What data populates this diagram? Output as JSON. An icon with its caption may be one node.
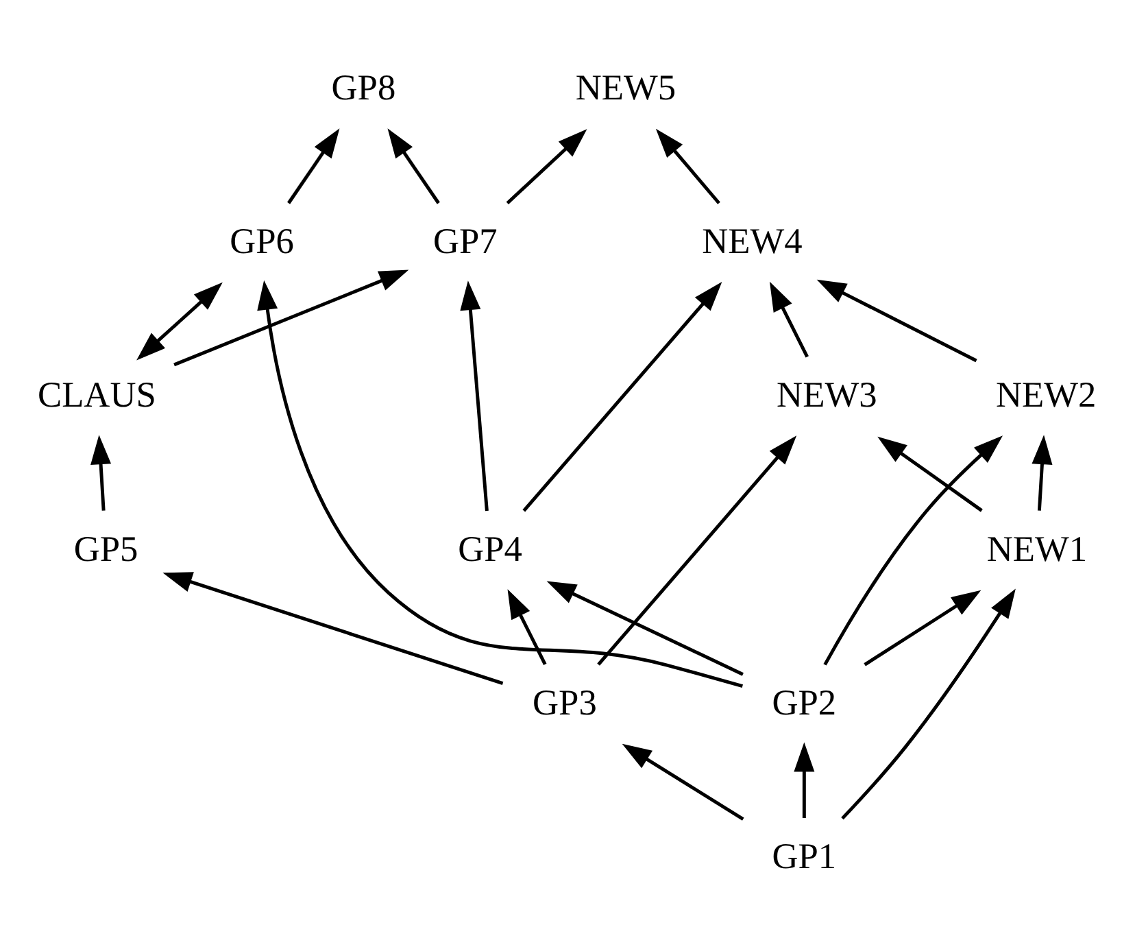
{
  "diagram": {
    "nodes": [
      {
        "text": [
          "GP8"
        ]
      },
      {
        "text": [
          "NEW5"
        ]
      },
      {
        "text": [
          "GP7"
        ]
      },
      {
        "text": [
          "CLAUS"
        ]
      },
      {
        "text": [
          "GP6"
        ]
      },
      {
        "text": [
          "NEW4"
        ]
      },
      {
        "text": [
          "GP5"
        ]
      },
      {
        "text": [
          "GP4"
        ]
      },
      {
        "text": [
          "NEW3"
        ]
      },
      {
        "text": [
          "NEW2"
        ]
      },
      {
        "text": [
          "GP3"
        ]
      },
      {
        "text": [
          "GP2"
        ]
      },
      {
        "text": [
          "NEW1"
        ]
      },
      {
        "text": [
          "GP1"
        ]
      }
    ],
    "edges": [
      {
        "from": 2,
        "to": 0,
        "arrow": "to"
      },
      {
        "from": 4,
        "to": 0,
        "arrow": "to"
      },
      {
        "from": 2,
        "to": 1,
        "arrow": "to"
      },
      {
        "from": 3,
        "to": 2,
        "arrow": "to"
      },
      {
        "from": 3,
        "to": 4,
        "arrow": "both"
      },
      {
        "from": 6,
        "to": 3,
        "arrow": "to"
      },
      {
        "from": 7,
        "to": 2,
        "arrow": "to"
      },
      {
        "from": 11,
        "to": 4,
        "arrow": "to"
      },
      {
        "from": 5,
        "to": 1,
        "arrow": "to"
      },
      {
        "from": 7,
        "to": 5,
        "arrow": "to"
      },
      {
        "from": 8,
        "to": 5,
        "arrow": "to"
      },
      {
        "from": 9,
        "to": 5,
        "arrow": "to"
      },
      {
        "from": 10,
        "to": 6,
        "arrow": "to"
      },
      {
        "from": 10,
        "to": 7,
        "arrow": "to"
      },
      {
        "from": 10,
        "to": 8,
        "arrow": "to"
      },
      {
        "from": 11,
        "to": 7,
        "arrow": "to"
      },
      {
        "from": 11,
        "to": 9,
        "arrow": "to"
      },
      {
        "from": 11,
        "to": 12,
        "arrow": "to"
      },
      {
        "from": 12,
        "to": 8,
        "arrow": "to"
      },
      {
        "from": 12,
        "to": 9,
        "arrow": "to"
      },
      {
        "from": 13,
        "to": 10,
        "arrow": "to"
      },
      {
        "from": 13,
        "to": 11,
        "arrow": "to"
      },
      {
        "from": 13,
        "to": 12,
        "arrow": "to"
      }
    ]
  }
}
